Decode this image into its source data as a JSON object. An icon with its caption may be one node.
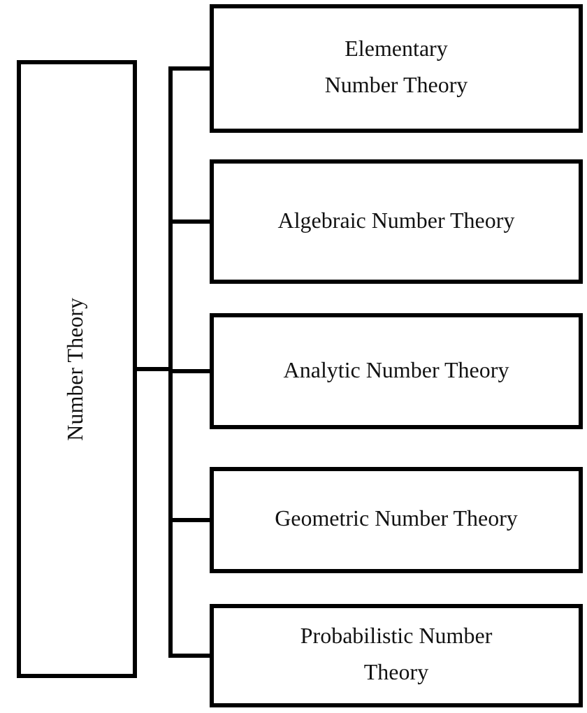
{
  "diagram": {
    "nodes": [
      {
        "text": [
          "Number Theory"
        ]
      },
      {
        "text": [
          "Elementary Number Theory"
        ]
      },
      {
        "text": [
          "Algebraic Number Theory"
        ]
      },
      {
        "text": [
          "Analytic Number Theory"
        ]
      },
      {
        "text": [
          "Geometric Number Theory"
        ]
      },
      {
        "text": [
          "Probabilistic Number Theory"
        ]
      }
    ],
    "edges": [
      {
        "from": 0,
        "to": 1,
        "arrow": "none"
      },
      {
        "from": 0,
        "to": 2,
        "arrow": "none"
      },
      {
        "from": 0,
        "to": 3,
        "arrow": "none"
      },
      {
        "from": 0,
        "to": 4,
        "arrow": "none"
      },
      {
        "from": 0,
        "to": 5,
        "arrow": "none"
      }
    ]
  }
}
